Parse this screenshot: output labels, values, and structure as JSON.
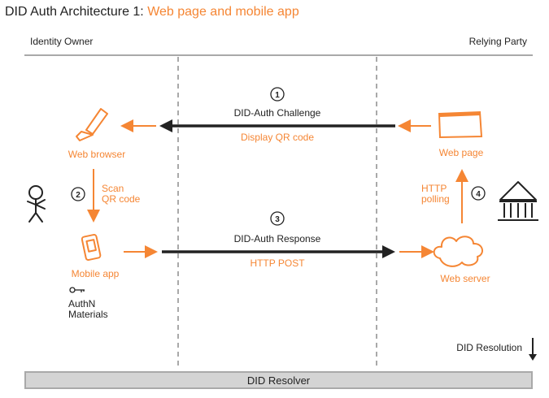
{
  "title": {
    "prefix": "DID Auth Architecture 1: ",
    "accent": "Web page and mobile app"
  },
  "columns": {
    "left": "Identity Owner",
    "right": "Relying Party"
  },
  "steps": [
    {
      "number": "1",
      "label": "DID-Auth Challenge",
      "sublabel": "Display QR code"
    },
    {
      "number": "2",
      "label": "Scan\nQR code"
    },
    {
      "number": "3",
      "label": "DID-Auth Response",
      "sublabel": "HTTP POST"
    },
    {
      "number": "4",
      "label": "HTTP\npolling"
    }
  ],
  "nodes": {
    "web_browser": "Web browser",
    "mobile_app": "Mobile app",
    "authn_materials": "AuthN\nMaterials",
    "web_page": "Web page",
    "web_server": "Web server"
  },
  "resolution_label": "DID Resolution",
  "resolver_label": "DID Resolver",
  "colors": {
    "accent": "#f58634",
    "dark": "#222222",
    "divider": "#a9a9a9",
    "resolver_fill": "#d4d4d4"
  },
  "icons": [
    "stick-figure-icon",
    "laptop-icon",
    "phone-icon",
    "key-icon",
    "browser-window-icon",
    "cloud-icon",
    "bank-icon"
  ]
}
